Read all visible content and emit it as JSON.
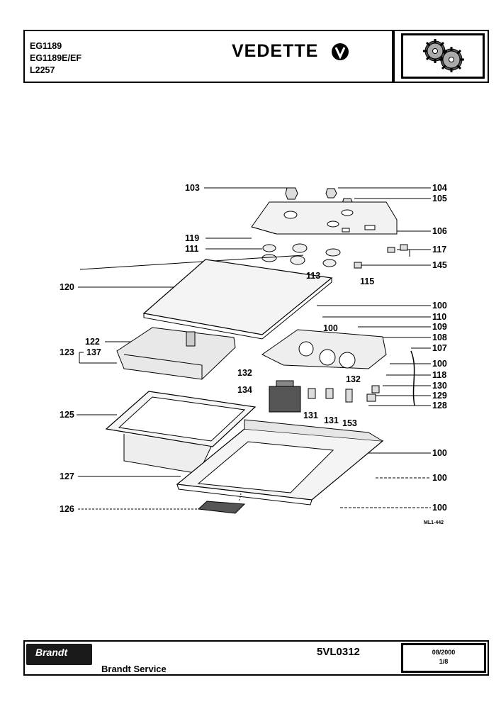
{
  "header": {
    "models": [
      "EG1189",
      "EG1189E/EF",
      "L2257"
    ],
    "brand": "VEDETTE"
  },
  "diagram": {
    "reference": "ML1-442",
    "labels_left": [
      "103",
      "119",
      "111",
      "120",
      "122",
      "123",
      "137",
      "125",
      "127",
      "126",
      "132",
      "134"
    ],
    "labels_right": [
      "104",
      "105",
      "106",
      "117",
      "145",
      "100",
      "110",
      "109",
      "108",
      "107",
      "100",
      "118",
      "130",
      "129",
      "128",
      "100",
      "100",
      "100"
    ],
    "labels_inner": [
      "113",
      "115",
      "100",
      "132",
      "131",
      "131",
      "153"
    ]
  },
  "footer": {
    "logo_text": "Brandt",
    "service": "Brandt Service",
    "code": "5VL0312",
    "date": "08/2000",
    "page": "1/8"
  }
}
